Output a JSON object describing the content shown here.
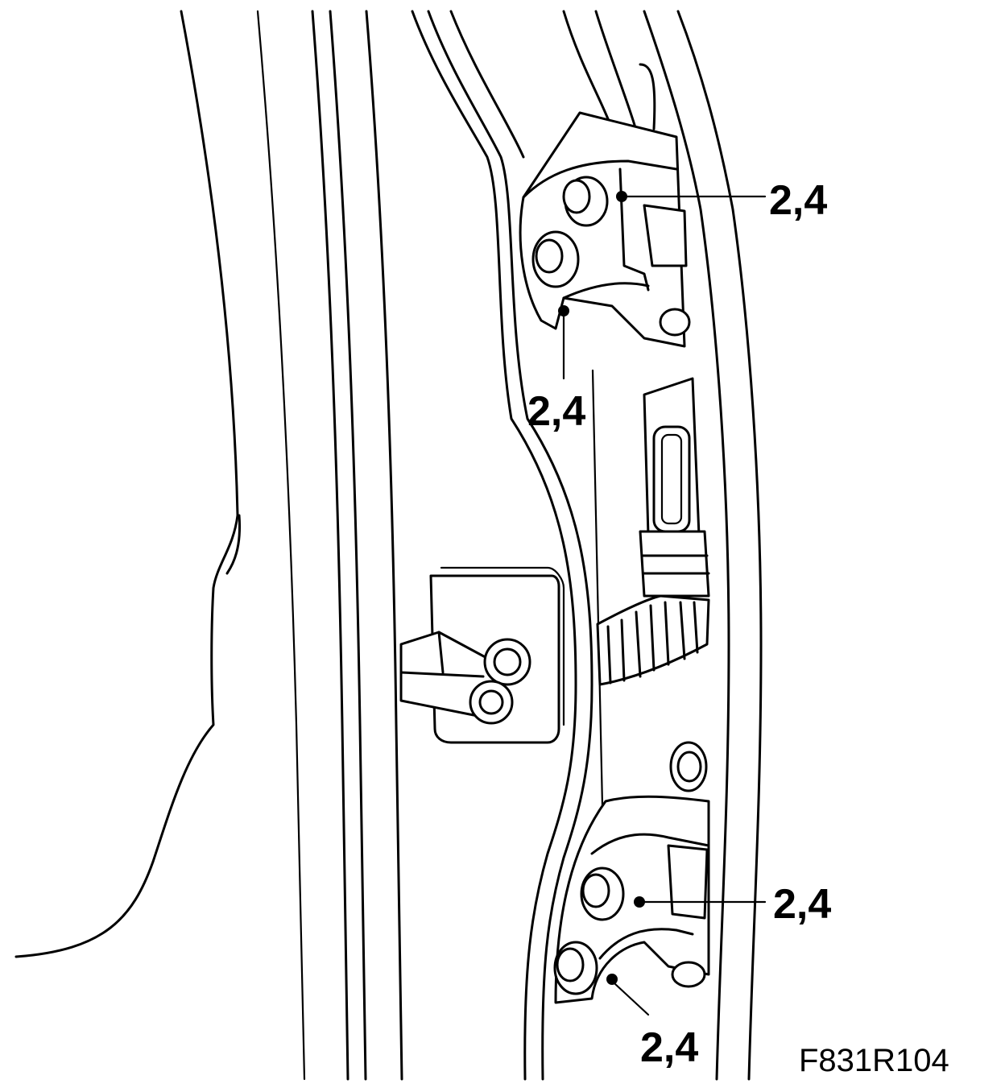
{
  "callouts": [
    {
      "text": "2,4"
    },
    {
      "text": "2,4"
    },
    {
      "text": "2,4"
    },
    {
      "text": "2,4"
    }
  ],
  "figure_code": "F831R104"
}
